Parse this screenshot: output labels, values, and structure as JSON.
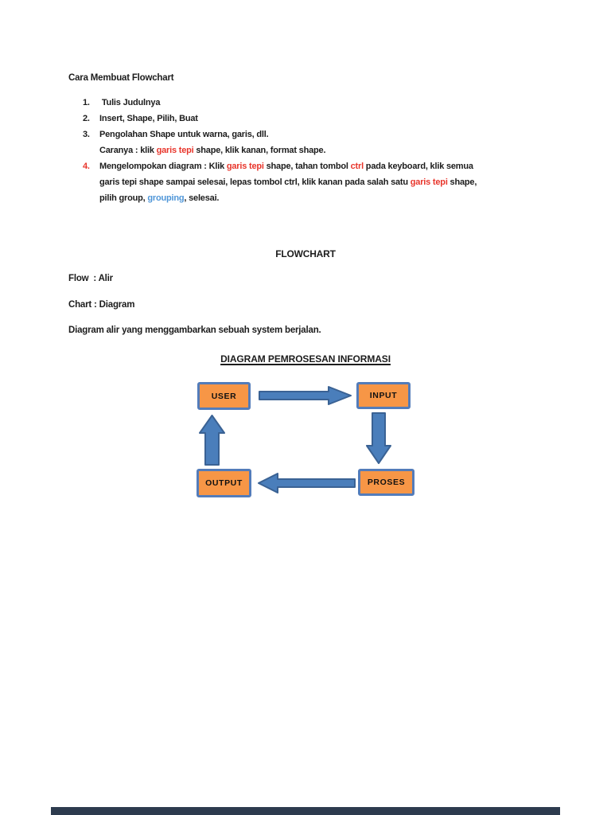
{
  "colors": {
    "text": "#1c1c1c",
    "red": "#e8352b",
    "blue": "#4f96d8",
    "node_fill": "#f79646",
    "node_border": "#537cba",
    "arrow_fill": "#4a7ebb",
    "arrow_border": "#3a6294",
    "footer_bar": "#2d3b4e"
  },
  "instructions": {
    "heading": "Cara Membuat Flowchart",
    "rows": [
      {
        "num": "1.",
        "parts": [
          {
            "text": " Tulis Judulnya"
          }
        ]
      },
      {
        "num": "2.",
        "parts": [
          {
            "text": "Insert, Shape, Pilih, Buat"
          }
        ]
      },
      {
        "num": "3.",
        "parts": [
          {
            "text": "Pengolahan Shape untuk warna, garis, dll."
          }
        ]
      },
      {
        "num": "",
        "parts": [
          {
            "text": "Caranya : klik "
          },
          {
            "text": "garis tepi",
            "color": "red"
          },
          {
            "text": " shape, klik kanan, format shape."
          }
        ]
      },
      {
        "num": "4.",
        "num_color": "red",
        "parts": [
          {
            "text": "Mengelompokan diagram : Klik "
          },
          {
            "text": "garis tepi",
            "color": "red"
          },
          {
            "text": " shape, tahan tombol "
          },
          {
            "text": "ctrl",
            "color": "red"
          },
          {
            "text": " pada keyboard, klik semua"
          }
        ]
      },
      {
        "num": "",
        "parts": [
          {
            "text": "garis tepi shape sampai selesai, lepas tombol ctrl, klik kanan pada salah satu "
          },
          {
            "text": "garis tepi",
            "color": "red"
          },
          {
            "text": " shape,"
          }
        ]
      },
      {
        "num": "",
        "parts": [
          {
            "text": "pilih group, "
          },
          {
            "text": "grouping",
            "color": "blue"
          },
          {
            "text": ", selesai."
          }
        ]
      }
    ]
  },
  "section": {
    "title": "FLOWCHART",
    "definitions": [
      {
        "text": "Flow  : Alir"
      },
      {
        "text": "Chart : Diagram"
      }
    ],
    "description": "Diagram alir yang menggambarkan sebuah system berjalan."
  },
  "diagram": {
    "title": "DIAGRAM PEMROSESAN INFORMASI",
    "nodes": [
      {
        "id": "user",
        "label": "USER"
      },
      {
        "id": "input",
        "label": "INPUT"
      },
      {
        "id": "proses",
        "label": "PROSES"
      },
      {
        "id": "output",
        "label": "OUTPUT"
      }
    ],
    "edges": [
      {
        "from": "USER",
        "to": "INPUT"
      },
      {
        "from": "INPUT",
        "to": "PROSES"
      },
      {
        "from": "PROSES",
        "to": "OUTPUT"
      },
      {
        "from": "OUTPUT",
        "to": "USER"
      }
    ]
  }
}
